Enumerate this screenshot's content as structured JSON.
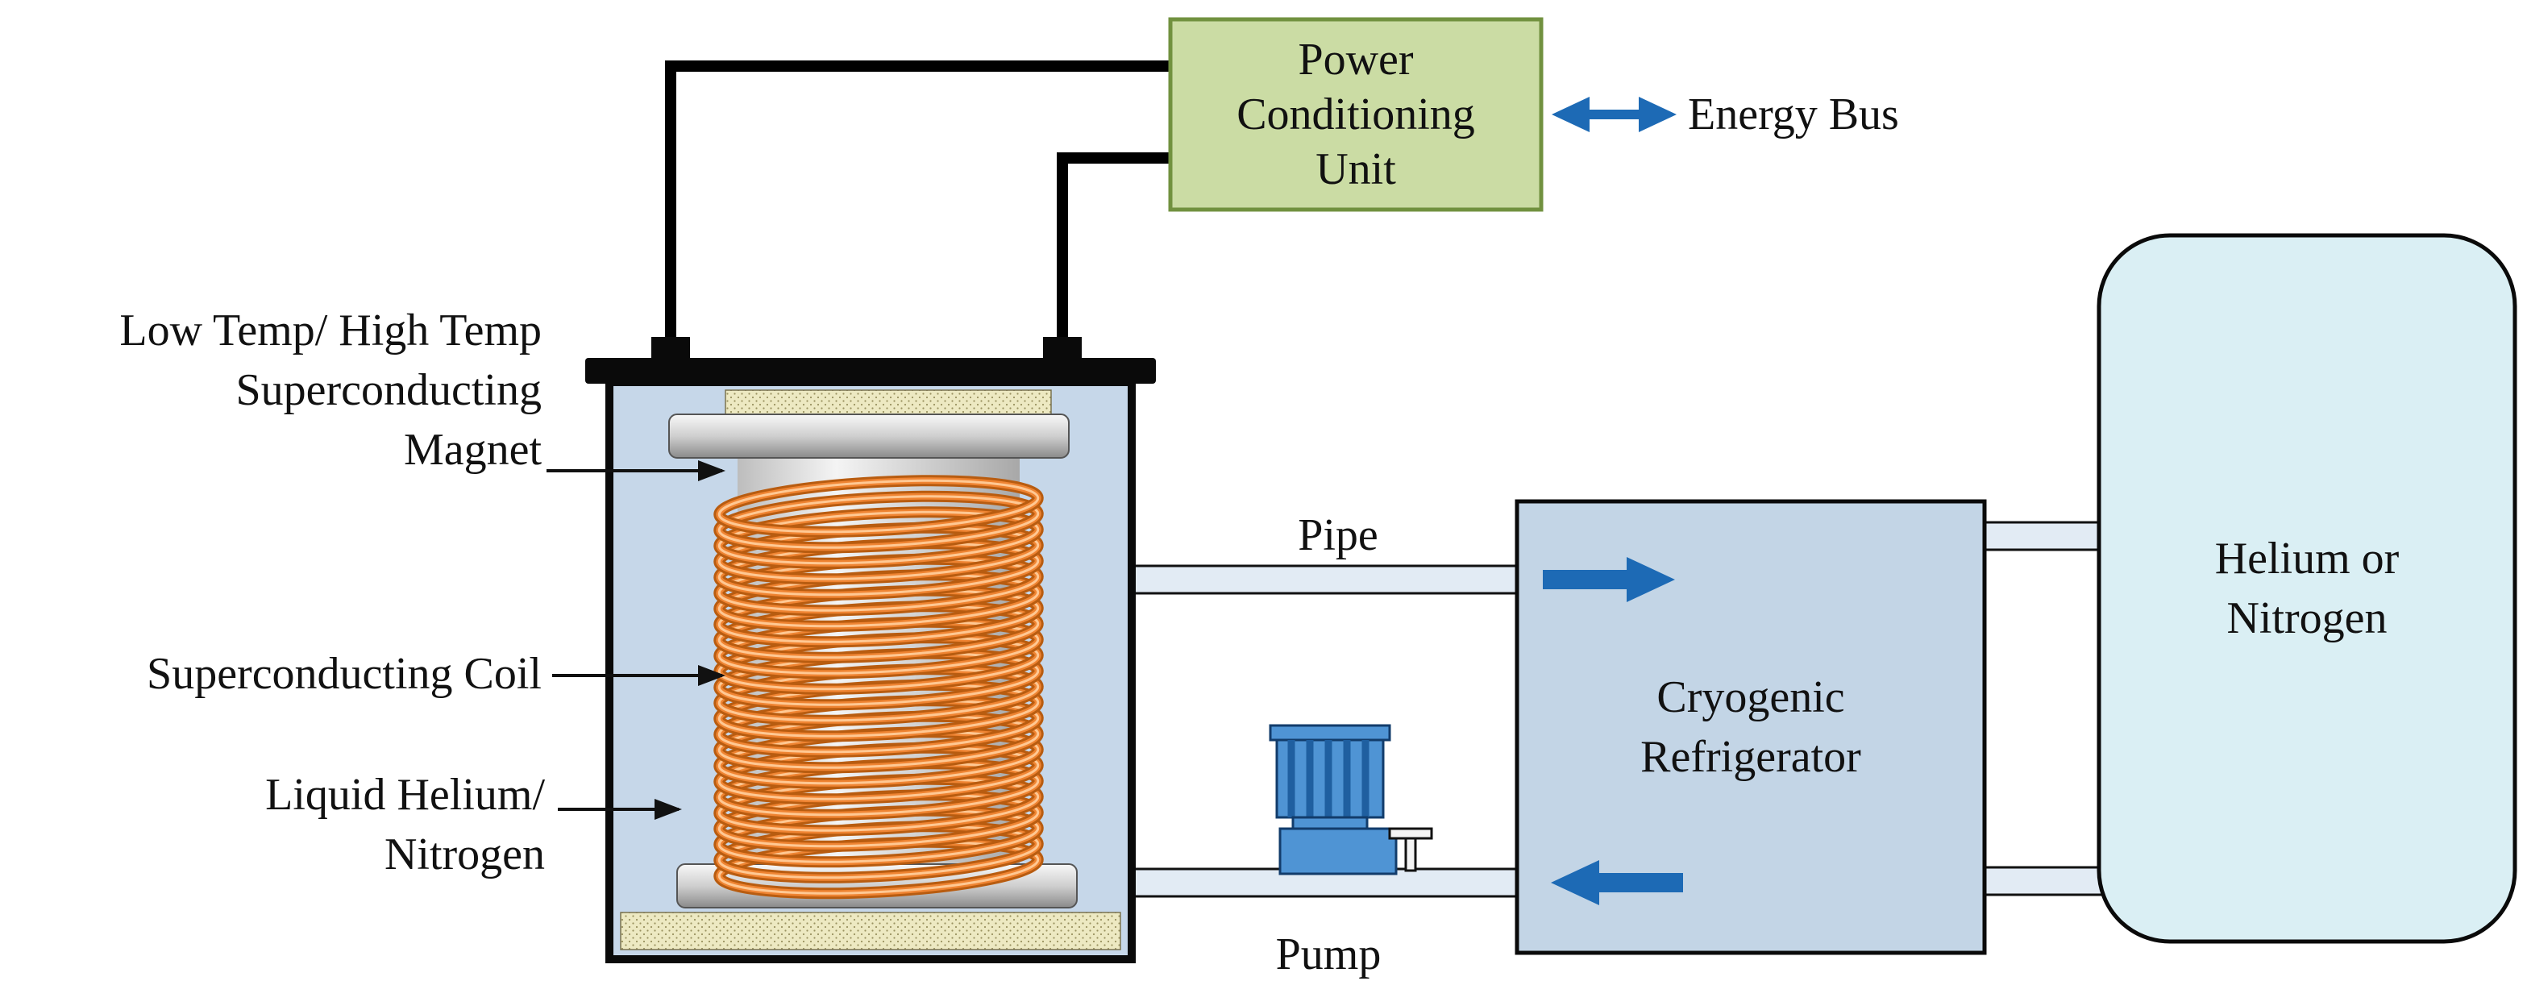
{
  "colors": {
    "accent-blue": "#1d6ab5",
    "pcu-fill": "#cbdca4",
    "pcu-border": "#71913f",
    "tank-fill": "#c6d7e9",
    "refrigerator-fill": "#c3d5e6",
    "storage-fill": "#daeff4",
    "pipe-fill": "#e2ebf4",
    "coil-orange": "#ef8432",
    "pump-blue": "#4f94d4",
    "cream": "#ede9c2",
    "outline": "#0a0a0a"
  },
  "diagram": {
    "pcu": {
      "label": "Power\nConditioning\nUnit"
    },
    "energy_bus": {
      "label": "Energy Bus"
    },
    "magnet": {
      "label": "Low Temp/ High Temp\nSuperconducting\nMagnet"
    },
    "coil": {
      "label": "Superconducting Coil"
    },
    "liquid": {
      "label": "Liquid Helium/\nNitrogen"
    },
    "pipe": {
      "label": "Pipe"
    },
    "pump": {
      "label": "Pump"
    },
    "refrigerator": {
      "label": "Cryogenic\nRefrigerator"
    },
    "storage": {
      "label": "Helium or\nNitrogen"
    }
  }
}
